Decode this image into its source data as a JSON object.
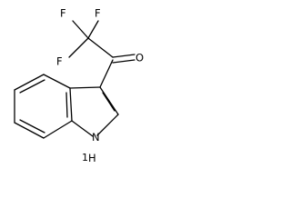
{
  "molecule": {
    "atoms": {
      "f_top_left": "F",
      "f_top_right": "F",
      "f_left": "F",
      "oxygen": "O",
      "nh": "NH",
      "nh_subscript": "1"
    },
    "colors": {
      "bond": "#000000",
      "label": "#000000",
      "background": "#ffffff"
    }
  }
}
